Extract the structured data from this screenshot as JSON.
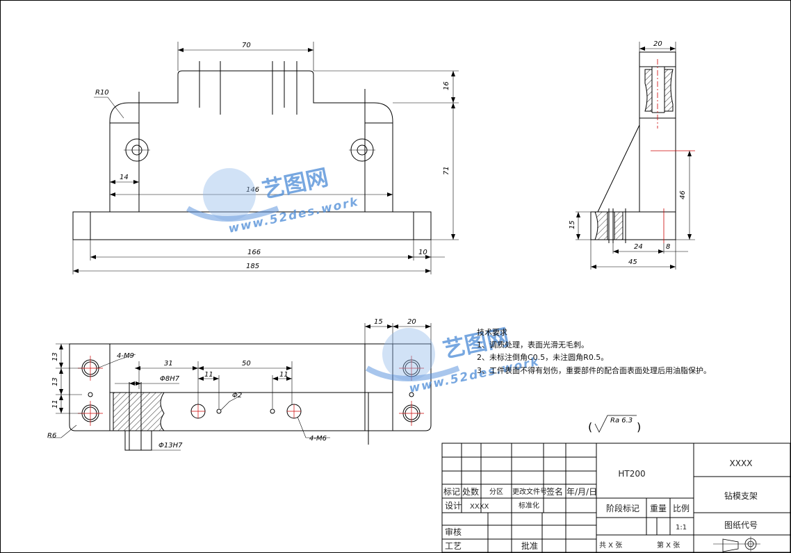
{
  "watermark": {
    "logo_text": "艺图网",
    "url_text": "www.52des.work"
  },
  "front_view": {
    "dims": {
      "top_width": "70",
      "radius": "R10",
      "top_height": "16",
      "total_height": "71",
      "hole_offset": "14",
      "hole_span": "146",
      "base_inner": "166",
      "base_edge": "10",
      "base_total": "185"
    }
  },
  "side_view": {
    "dims": {
      "top_width": "20",
      "height": "46",
      "base_height": "15",
      "hole_pos": "24",
      "edge": "8",
      "total_width": "45"
    }
  },
  "top_view": {
    "dims": {
      "dim_15": "15",
      "dim_20": "20",
      "dim_13a": "13",
      "dim_13b": "13",
      "dim_11": "11",
      "thread_m9": "4-M9",
      "dim_31": "31",
      "dim_50": "50",
      "bore_8h7": "Φ8H7",
      "dim_11b": "11",
      "dim_11c": "11",
      "dim_phi2": "Φ2",
      "radius_r6": "R6",
      "thread_m6": "4-M6",
      "bore_13h7": "Φ13H7"
    }
  },
  "requirements": {
    "title": "技术要求",
    "items": [
      "1、调质处理，表面光滑无毛刺。",
      "2、未标注倒角C0.5，未注圆角R0.5。",
      "3、工件表面不得有划伤，重要部件的配合面表面处理后用油脂保护。"
    ]
  },
  "roughness": "Ra 6.3",
  "title_block": {
    "material": "HT200",
    "company": "XXXX",
    "part_name": "钻模支架",
    "drawing_no_label": "图纸代号",
    "mark": "标记",
    "count": "处数",
    "zone": "分区",
    "change_doc": "更改文件号",
    "sign": "签名",
    "date": "年/月/日",
    "design": "设计",
    "designer": "XXXX",
    "standardize": "标准化",
    "stage_mark": "阶段标记",
    "weight": "重量",
    "scale_label": "比例",
    "scale_value": "1:1",
    "review": "审核",
    "process": "工艺",
    "approve": "批准",
    "sheets_total": "共 X 张",
    "sheet_no": "第 X 张"
  }
}
